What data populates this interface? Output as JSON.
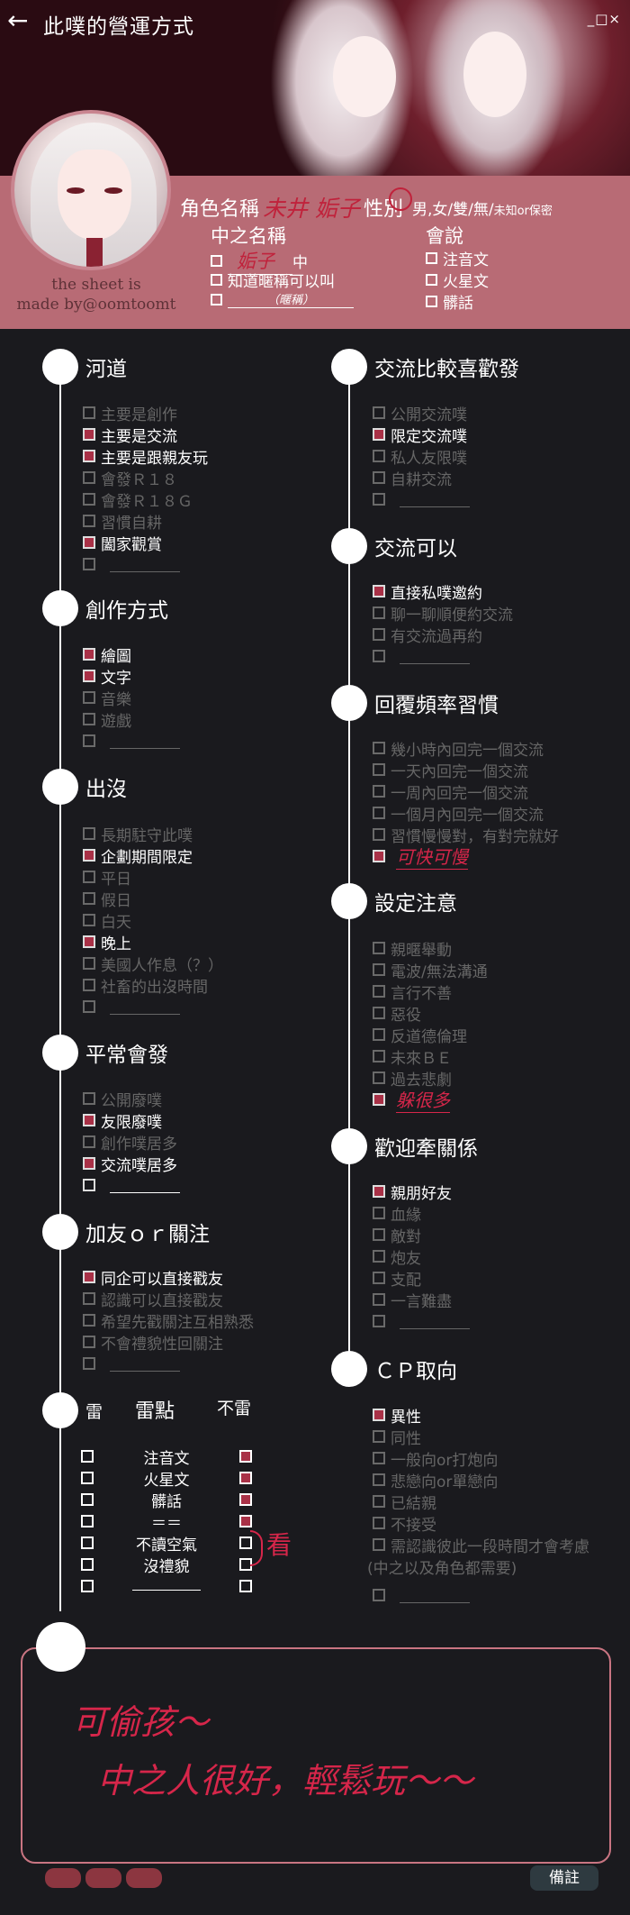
{
  "app": {
    "title": "此噗的營運方式",
    "back_icon": "arrow-left-icon",
    "window_controls": "_□×"
  },
  "credit": {
    "line1": "the sheet is",
    "line2": "made by@oomtoomt"
  },
  "profile": {
    "char_name_label": "角色名稱",
    "char_name_value": "未井 姤子",
    "gender_label": "性別",
    "gender_options": "男,女/雙/無/",
    "gender_extra": "未知or保密",
    "gender_selected": "女",
    "nickname_label": "中之名稱",
    "nickname_value": "姤子",
    "nickname_suffix": "中",
    "nickname_opt2": "知道暱稱可以叫",
    "nickname_opt3": "（暱稱）",
    "lang_label": "會說",
    "lang_options": [
      "注音文",
      "火星文",
      "髒話"
    ]
  },
  "sections": {
    "heading_river": "河道",
    "river": [
      "主要是創作",
      "主要是交流",
      "主要是跟親友玩",
      "會發Ｒ１８",
      "會發Ｒ１８Ｇ",
      "習慣自耕",
      "闔家觀賞"
    ],
    "heading_create": "創作方式",
    "create": [
      "繪圖",
      "文字",
      "音樂",
      "遊戲"
    ],
    "heading_appear": "出沒",
    "appear": [
      "長期駐守此噗",
      "企劃期間限定",
      "平日",
      "假日",
      "白天",
      "晚上",
      "美國人作息（？）",
      "社畜的出沒時間"
    ],
    "heading_post": "平常會發",
    "post": [
      "公開廢噗",
      "友限廢噗",
      "創作噗居多",
      "交流噗居多"
    ],
    "heading_friend": "加友ｏｒ關注",
    "friend": [
      "同企可以直接戳友",
      "認識可以直接戳友",
      "希望先戳關注互相熟悉",
      "不會禮貌性回關注"
    ],
    "heading_mine": "雷",
    "mine_center": "雷點",
    "mine_right": "不雷",
    "mine_rows": [
      "注音文",
      "火星文",
      "髒話",
      "＝＝",
      "不讀空氣",
      "沒禮貌"
    ],
    "mine_mark": "看",
    "heading_pref": "交流比較喜歡發",
    "pref": [
      "公開交流噗",
      "限定交流噗",
      "私人友限噗",
      "自耕交流"
    ],
    "heading_can": "交流可以",
    "can": [
      "直接私噗邀約",
      "聊一聊順便約交流",
      "有交流過再約"
    ],
    "heading_reply": "回覆頻率習慣",
    "reply": [
      "幾小時內回完一個交流",
      "一天內回完一個交流",
      "一周內回完一個交流",
      "一個月內回完一個交流",
      "習慣慢慢對，有對完就好"
    ],
    "reply_hand": "可快可慢",
    "heading_setting": "設定注意",
    "setting": [
      "親暱舉動",
      "電波/無法溝通",
      "言行不善",
      "惡役",
      "反道德倫理",
      "未來ＢＥ",
      "過去悲劇"
    ],
    "setting_hand": "躲很多",
    "heading_rel": "歡迎牽關係",
    "rel": [
      "親朋好友",
      "血緣",
      "敵對",
      "炮友",
      "支配",
      "一言難盡"
    ],
    "heading_cp": "ＣＰ取向",
    "cp": [
      "異性",
      "同性",
      "一般向or打炮向",
      "悲戀向or單戀向",
      "已結親",
      "不接受",
      "需認識彼此一段時間才會考慮",
      "(中之以及角色都需要)"
    ]
  },
  "notes": {
    "line1": "可偷孩～",
    "line2": "中之人很好，輕鬆玩～～"
  },
  "footer": {
    "remark_label": "備註"
  },
  "colors": {
    "accent": "#a93147",
    "band": "#b86b75",
    "background": "#1a1a1e",
    "handwriting": "#d6264a"
  }
}
